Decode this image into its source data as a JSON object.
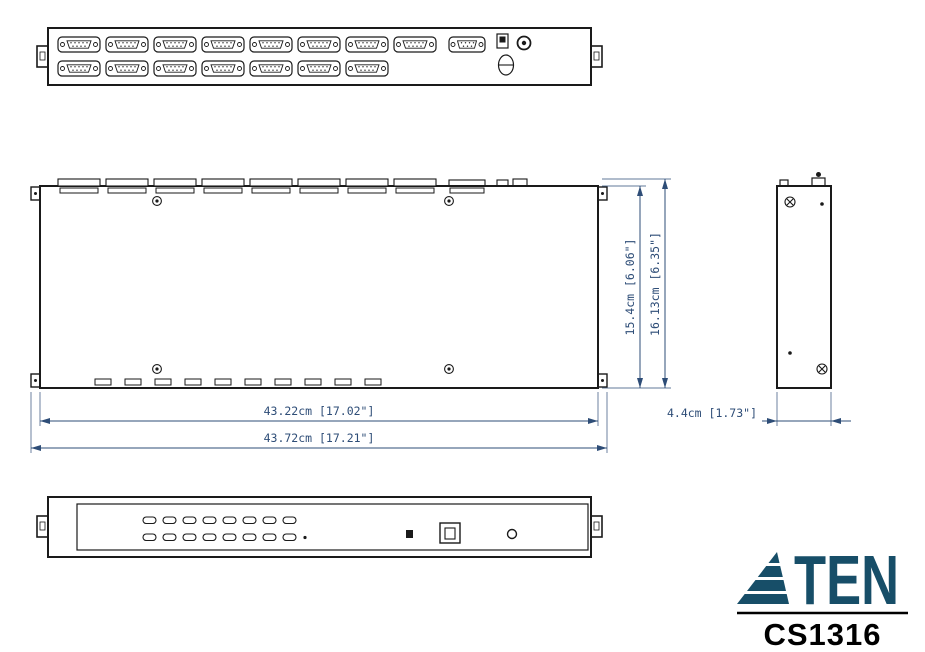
{
  "colors": {
    "page_bg": "#ffffff",
    "line": "#1a1a1a",
    "dim": "#2e4d77",
    "brand": "#174e68"
  },
  "views": {
    "top": {
      "dim_width_body": "43.22cm [17.02\"]",
      "dim_width_total": "43.72cm [17.21\"]",
      "dim_height_body": "15.4cm [6.06\"]",
      "dim_height_total": "16.13cm [6.35\"]"
    },
    "side": {
      "dim_depth": "4.4cm [1.73\"]"
    }
  },
  "logo": {
    "brand": "ATEN",
    "brand_text": "TEN",
    "model": "CS1316"
  }
}
